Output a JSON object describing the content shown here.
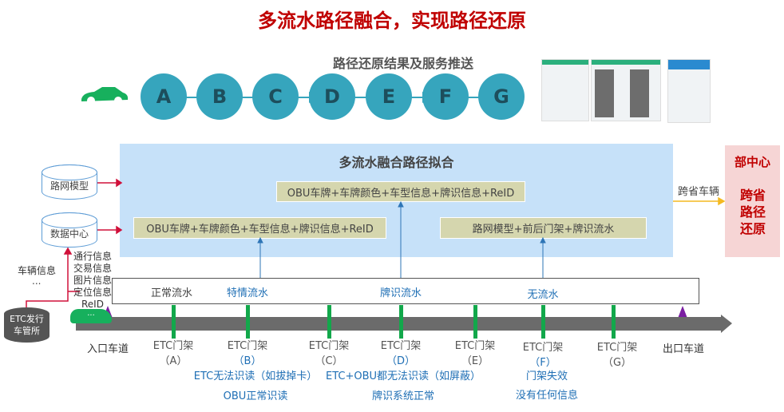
{
  "title": "多流水路径融合，实现路径还原",
  "result_title": "路径还原结果及服务推送",
  "path_nodes": [
    "A",
    "B",
    "C",
    "D",
    "E",
    "F",
    "G"
  ],
  "fusion": {
    "title": "多流水融合路径拟合",
    "box_top": "OBU车牌+车牌颜色+车型信息+牌识信息+ReID",
    "box_left": "OBU车牌+车牌颜色+车型信息+牌识信息+ReID",
    "box_right": "路网模型+前后门架+牌识流水"
  },
  "ministry": {
    "title": "部中心",
    "body": "跨省路径还原",
    "cross_label": "跨省车辆"
  },
  "sources": {
    "road_model": "路网模型",
    "data_center": "数据中心",
    "etc_issuer": "ETC发行车管所",
    "vehicle_info": "车辆信息",
    "ellipsis": "...",
    "info_list": [
      "通行信息",
      "交易信息",
      "图片信息",
      "定位信息",
      "ReID"
    ]
  },
  "flows": {
    "normal": "正常流水",
    "special": "特情流水",
    "plate": "牌识流水",
    "none": "无流水"
  },
  "road": {
    "entry": "入口车道",
    "exit": "出口车道",
    "car_text": "..."
  },
  "gantries": [
    {
      "label": "ETC门架",
      "id": "（A）"
    },
    {
      "label": "ETC门架",
      "id": "（B）"
    },
    {
      "label": "ETC门架",
      "id": "（C）"
    },
    {
      "label": "ETC门架",
      "id": "（D）"
    },
    {
      "label": "ETC门架",
      "id": "（E）"
    },
    {
      "label": "ETC门架",
      "id": "（F）"
    },
    {
      "label": "ETC门架",
      "id": "（G）"
    }
  ],
  "notes": {
    "b1": "ETC无法识读（如拔掉卡）",
    "b2": "OBU正常识读",
    "d1": "ETC+OBU都无法识读（如屏蔽）",
    "d2": "牌识系统正常",
    "f1": "门架失效",
    "f2": "没有任何信息"
  }
}
